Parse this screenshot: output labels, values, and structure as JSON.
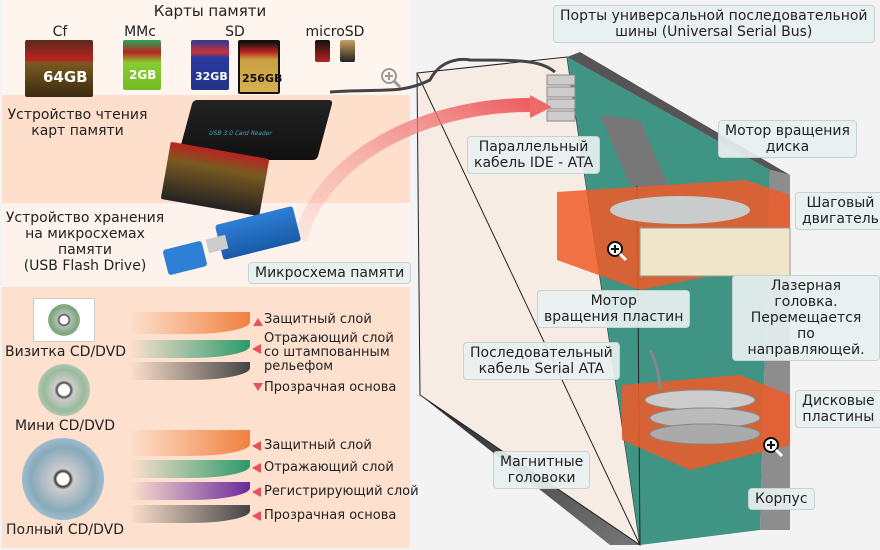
{
  "title": "Карты памяти",
  "memory_cards": [
    {
      "label": "Cf",
      "capacity": "64GB"
    },
    {
      "label": "MMc",
      "capacity": "2GB"
    },
    {
      "label": "SD",
      "capacities": [
        "32GB",
        "256GB"
      ]
    },
    {
      "label": "microSD"
    }
  ],
  "card_reader": {
    "label": "Устройство чтения\nкарт памяти",
    "device_text": "USB 3.0 Card Reader"
  },
  "flash_drive": {
    "label": "Устройство хранения\nна микросхемах памяти\n(USB Flash Drive)",
    "chip_callout": "Микросхема памяти"
  },
  "discs": {
    "business_card": "Визитка CD/DVD",
    "mini": "Мини CD/DVD",
    "full": "Полный CD/DVD",
    "layers_top": [
      "Защитный слой",
      "Отражающий слой\nсо штампованным\nрельефом",
      "Прозрачная основа"
    ],
    "layers_bottom": [
      "Защитный слой",
      "Отражающий слой",
      "Регистрирующий слой",
      "Прозрачная основа"
    ]
  },
  "computer_callouts": {
    "usb_ports": "Порты универсальной последовательной\nшины (Universal Serial Bus)",
    "ide_cable": "Параллельный\nкабель IDE - ATA",
    "disc_motor": "Мотор вращения\nдиска",
    "stepper": "Шаговый\nдвигатель",
    "laser": "Лазерная головка.\nПеремещается\nпо направляющей.",
    "platter_motor": "Мотор\nвращения пластин",
    "sata_cable": "Последовательный\nкабель Serial ATA",
    "platters": "Дисковые\nпластины",
    "heads": "Магнитные\nголовоки",
    "case": "Корпус"
  },
  "colors": {
    "accent_red": "#e8505b",
    "board_green": "#3a9080",
    "drive_orange": "#f05a28",
    "panel_peach": "#fddfcb"
  }
}
